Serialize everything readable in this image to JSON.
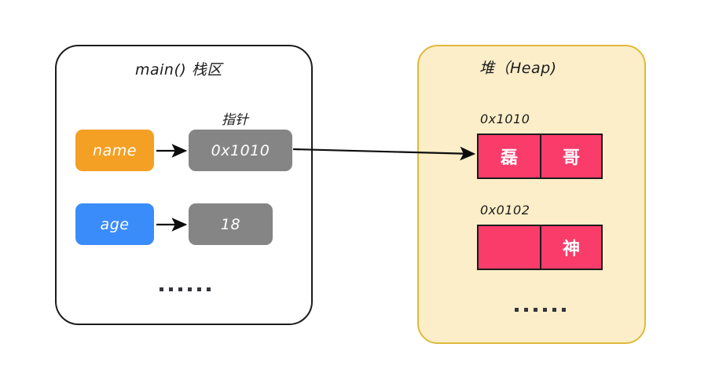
{
  "diagram": {
    "title": "Pointer variable in stack referencing string data on heap",
    "background": "#ffffff"
  },
  "colors": {
    "orange": "#f4a024",
    "blue": "#3b8cfb",
    "gray": "#858585",
    "pink": "#fa3c6b",
    "heap_bg": "#fbeec8",
    "heap_border": "#e0b93c",
    "stroke": "#1c1c1c"
  },
  "stack": {
    "title": "main() 栈区",
    "pointer_label": "指针",
    "rows": [
      {
        "var": "name",
        "value": "0x1010"
      },
      {
        "var": "age",
        "value": "18"
      }
    ],
    "ellipsis": "......"
  },
  "heap": {
    "title": "堆（Heap)",
    "blocks": [
      {
        "address": "0x1010",
        "cells": [
          "磊",
          "哥"
        ]
      },
      {
        "address": "0x0102",
        "cells": [
          "",
          "神"
        ]
      }
    ],
    "ellipsis": "......"
  }
}
